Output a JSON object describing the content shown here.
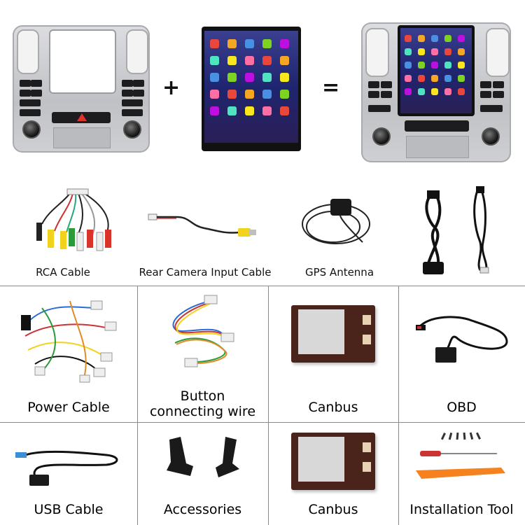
{
  "composition": {
    "plus": "+",
    "equals": "="
  },
  "row1": [
    {
      "label": "RCA Cable"
    },
    {
      "label": "Rear Camera Input Cable"
    },
    {
      "label": "GPS Antenna"
    },
    {
      "label": ""
    }
  ],
  "grid_row1": [
    {
      "label": "Power Cable"
    },
    {
      "label": "Button\nconnecting wire"
    },
    {
      "label": "Canbus"
    },
    {
      "label": "OBD"
    }
  ],
  "grid_row2": [
    {
      "label": "USB Cable"
    },
    {
      "label": "Accessories"
    },
    {
      "label": "Canbus"
    },
    {
      "label": "Installation Tool"
    }
  ],
  "colors": {
    "grid_border": "#8a8a8a",
    "canbus_box": "#4a241a",
    "pry_tool": "#f5821f",
    "rca_yellow": "#f2d21b",
    "rca_red": "#d8342a",
    "rca_white": "#eeeeee"
  }
}
